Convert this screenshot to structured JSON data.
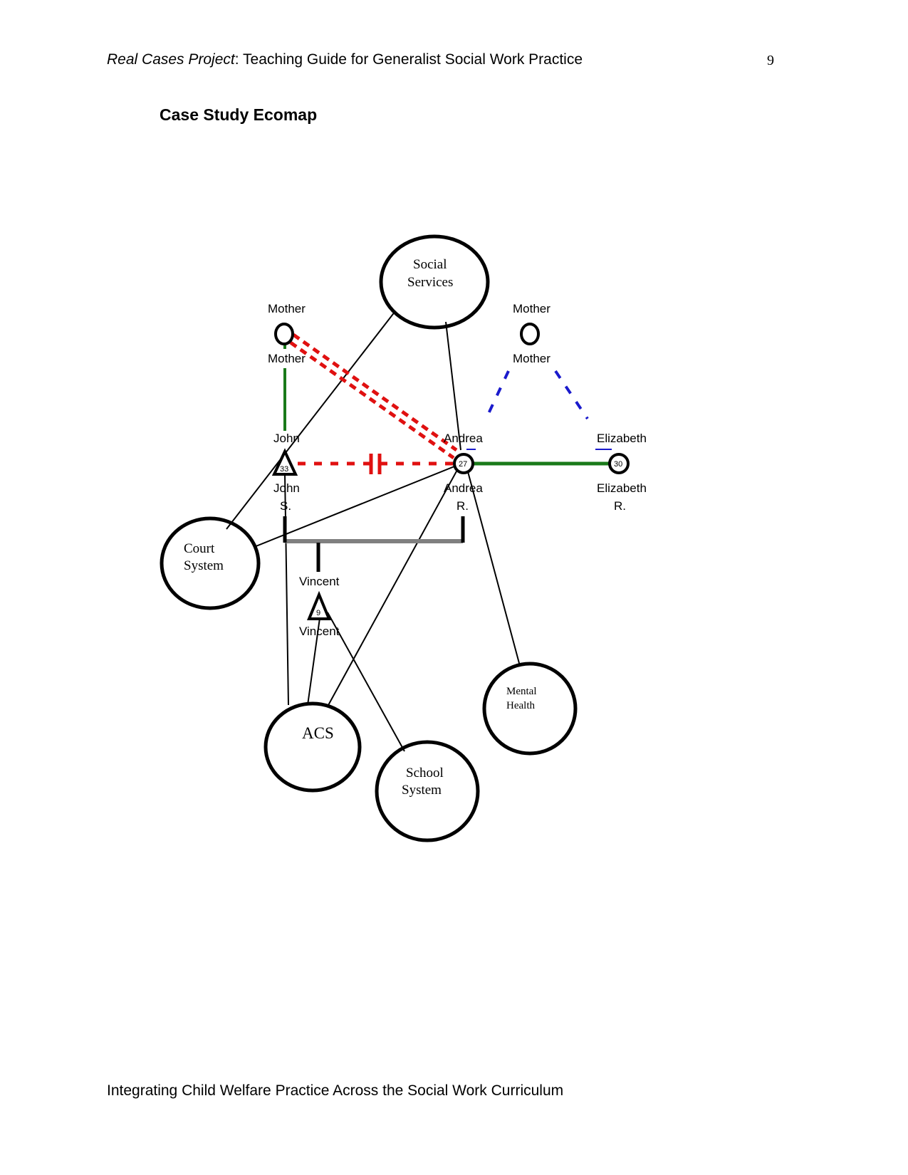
{
  "header": {
    "title_italic": "Real Cases Project",
    "title_rest": ": Teaching Guide for Generalist Social Work Practice",
    "page_number": "9"
  },
  "title": "Case Study Ecomap",
  "footer": "Integrating Child Welfare Practice Across the Social Work Curriculum",
  "diagram": {
    "systems": {
      "social_services": [
        "Social",
        "Services"
      ],
      "court_system": [
        "Court",
        "System"
      ],
      "acs": "ACS",
      "school_system": [
        "School",
        "System"
      ],
      "mental_health": [
        "Mental",
        "Health"
      ]
    },
    "people": {
      "mother_left_top": "Mother",
      "mother_left_bottom": "Mother",
      "mother_right_top": "Mother",
      "mother_right_bottom": "Mother",
      "john_top": "John",
      "john_bottom": "John",
      "john_surname": "S.",
      "john_age": "33",
      "andrea_top": "Andrea",
      "andrea_bottom": "Andrea",
      "andrea_surname": "R.",
      "andrea_age": "27",
      "elizabeth_top": "Elizabeth",
      "elizabeth_bottom": "Elizabeth",
      "elizabeth_surname": "R.",
      "elizabeth_age": "30",
      "vincent_top": "Vincent",
      "vincent_bottom": "Vincent",
      "vincent_age": "9"
    },
    "colors": {
      "strong": "#1a7a1a",
      "conflict": "#e01010",
      "tenuous": "#1a1acc",
      "family_line": "#808080",
      "ink": "#000000"
    }
  }
}
